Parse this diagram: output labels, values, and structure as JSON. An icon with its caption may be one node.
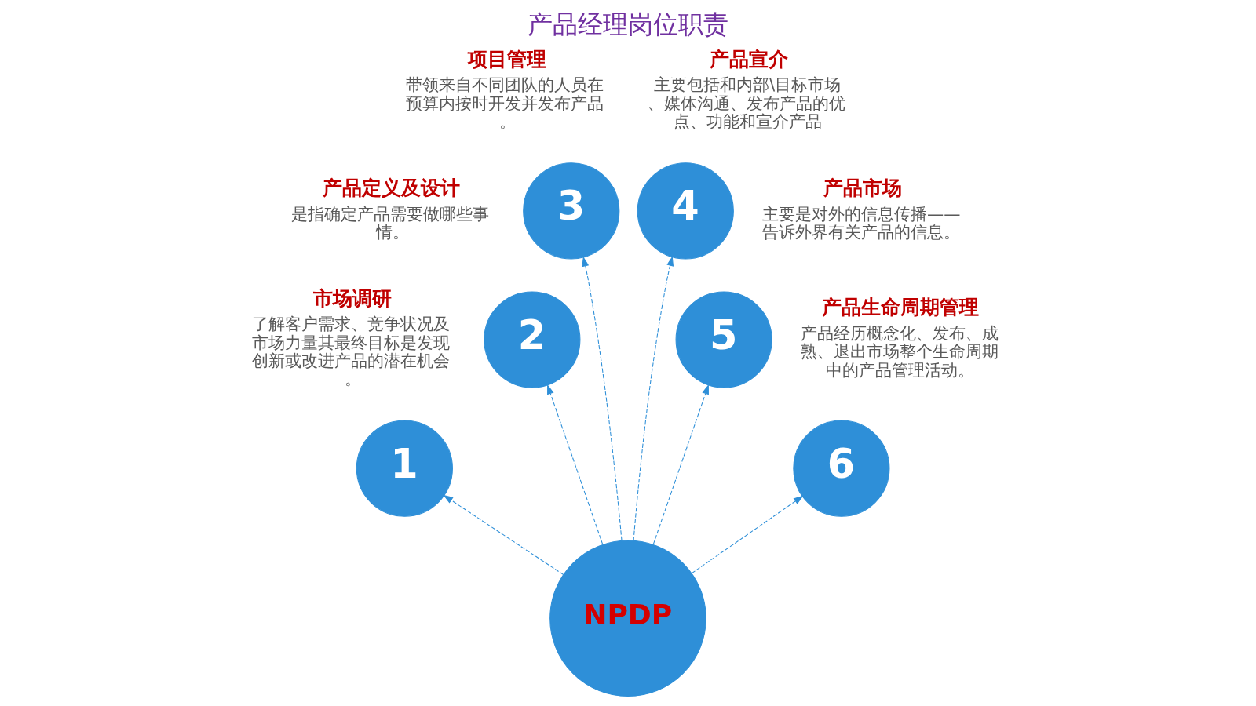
{
  "diagram": {
    "title": "产品经理岗位职责",
    "nodes": [
      {
        "text": [
          "1"
        ],
        "beside": [
          "市场调研",
          "了解客户需求、竞争状况及市场力量其最终目标是发现创新或改进产品的潜在机会。"
        ]
      },
      {
        "text": [
          "2"
        ],
        "beside": [
          "产品定义及设计",
          "是指确定产品需要做哪些事情。"
        ]
      },
      {
        "text": [
          "3"
        ],
        "beside": [
          "项目管理",
          "带领来自不同团队的人员在预算内按时开发并发布产品。"
        ]
      },
      {
        "text": [
          "4"
        ],
        "beside": [
          "产品宣介",
          "主要包括和内部\\目标市场、媒体沟通、发布产品的优点、功能和宣介产品"
        ]
      },
      {
        "text": [
          "5"
        ],
        "beside": [
          "产品市场",
          "主要是对外的信息传播——告诉外界有关产品的信息。"
        ]
      },
      {
        "text": [
          "6"
        ],
        "beside": [
          "产品生命周期管理",
          "产品经历概念化、发布、成熟、退出市场整个生命周期中的产品管理活动。"
        ]
      },
      {
        "text": [
          "NPDP"
        ]
      }
    ],
    "edges": [
      {
        "from": 6,
        "to": 0,
        "arrow": "to",
        "style": "dashed"
      },
      {
        "from": 6,
        "to": 1,
        "arrow": "to",
        "style": "dashed"
      },
      {
        "from": 6,
        "to": 2,
        "arrow": "to",
        "style": "dashed"
      },
      {
        "from": 6,
        "to": 3,
        "arrow": "to",
        "style": "dashed"
      },
      {
        "from": 6,
        "to": 4,
        "arrow": "to",
        "style": "dashed"
      },
      {
        "from": 6,
        "to": 5,
        "arrow": "to",
        "style": "dashed"
      }
    ]
  }
}
